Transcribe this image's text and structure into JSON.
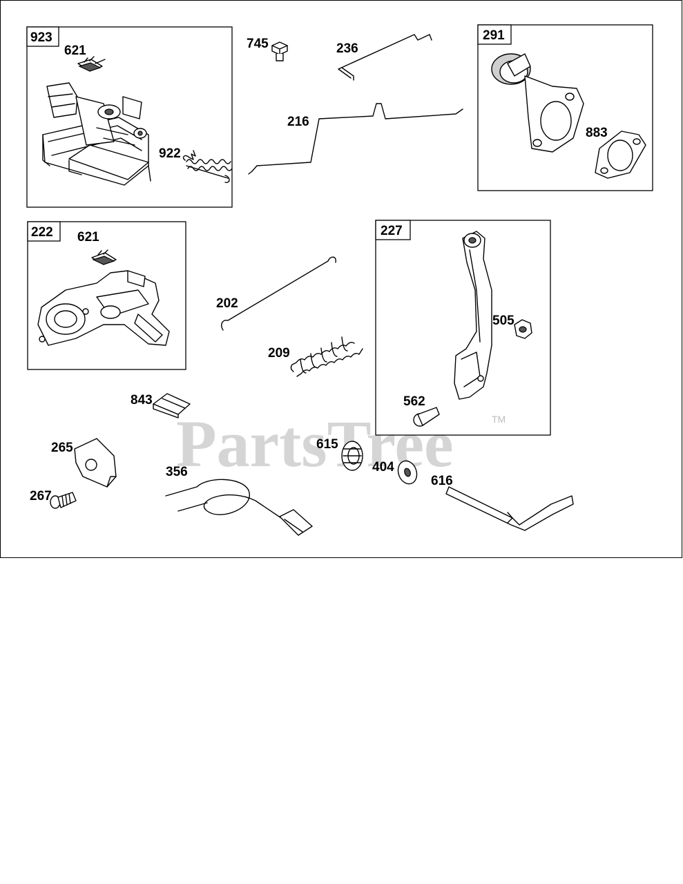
{
  "watermark": {
    "text": "PartsTree",
    "trademark": "TM"
  },
  "groups": {
    "g923": {
      "tag": "923",
      "parts": {
        "p621": "621",
        "p922": "922"
      }
    },
    "g222": {
      "tag": "222",
      "parts": {
        "p621": "621"
      }
    },
    "g291": {
      "tag": "291",
      "parts": {
        "p883": "883"
      }
    },
    "g227": {
      "tag": "227",
      "parts": {
        "p505": "505",
        "p562": "562"
      }
    }
  },
  "parts": {
    "p745": "745",
    "p236": "236",
    "p216": "216",
    "p202": "202",
    "p209": "209",
    "p843": "843",
    "p265": "265",
    "p267": "267",
    "p356": "356",
    "p615": "615",
    "p404": "404",
    "p616": "616"
  }
}
